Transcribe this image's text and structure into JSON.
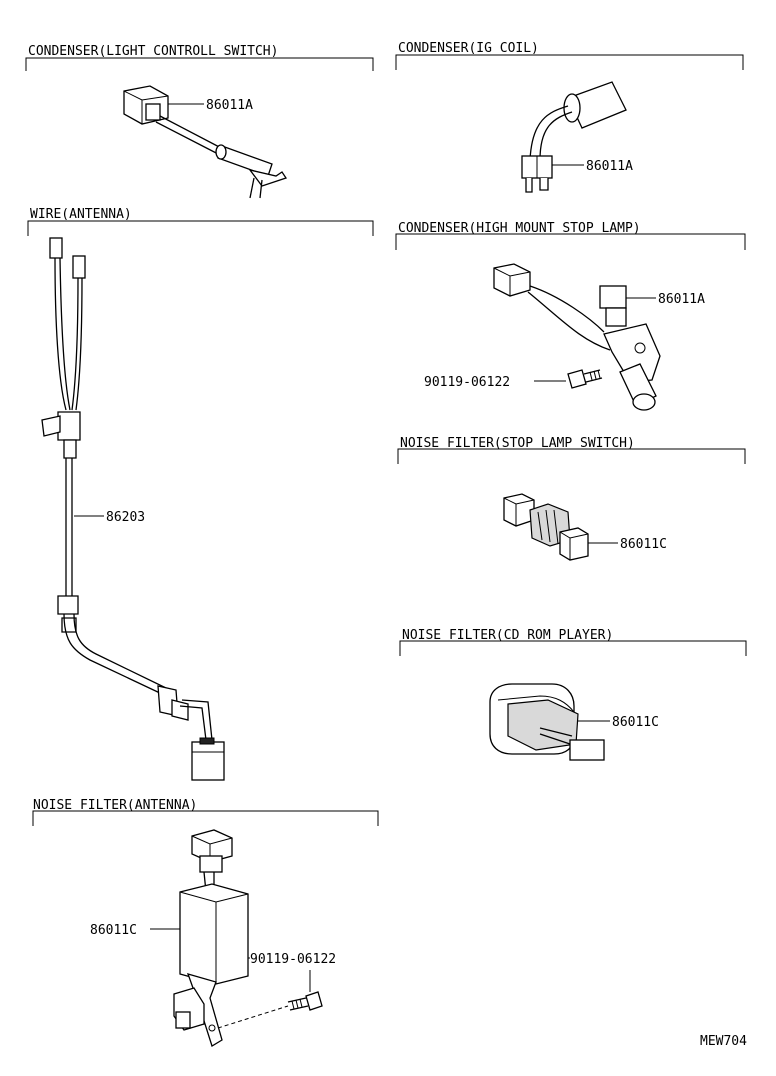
{
  "sections": {
    "light_switch": {
      "title": "CONDENSER(LIGHT CONTROLL SWITCH)",
      "part": "86011A"
    },
    "ig_coil": {
      "title": "CONDENSER(IG COIL)",
      "part": "86011A"
    },
    "antenna_wire": {
      "title": "WIRE(ANTENNA)",
      "part": "86203"
    },
    "high_mount": {
      "title": "CONDENSER(HIGH MOUNT STOP LAMP)",
      "part": "86011A",
      "bolt": "90119-06122"
    },
    "stop_switch": {
      "title": "NOISE FILTER(STOP LAMP SWITCH)",
      "part": "86011C"
    },
    "cd_rom": {
      "title": "NOISE FILTER(CD ROM PLAYER)",
      "part": "86011C"
    },
    "noise_antenna": {
      "title": "NOISE FILTER(ANTENNA)",
      "part": "86011C",
      "bolt": "90119-06122"
    }
  },
  "figure_code": "MEW704"
}
